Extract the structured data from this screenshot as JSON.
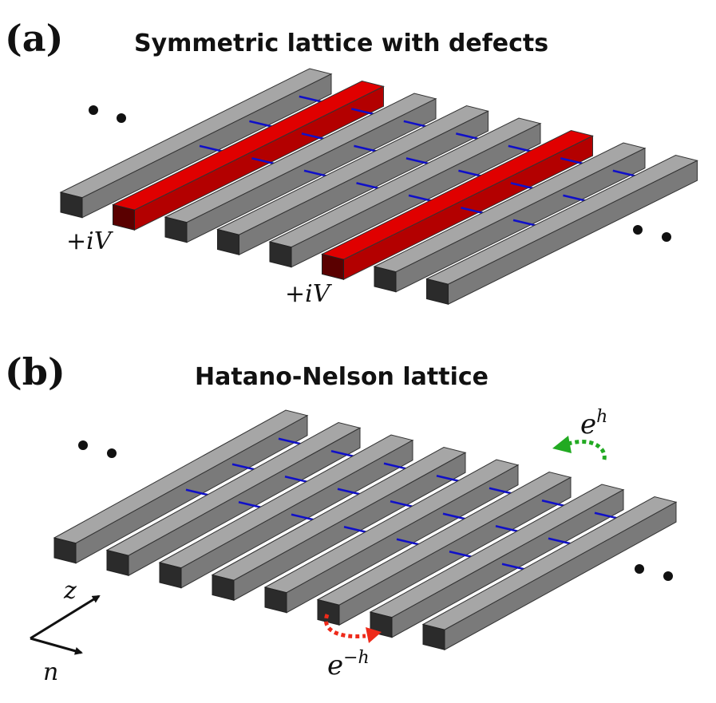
{
  "colors": {
    "rod_top": "#a6a6a6",
    "rod_side": "#7a7a7a",
    "rod_front": "#2b2b2b",
    "defect_top": "#e00000",
    "defect_side": "#b30000",
    "defect_front": "#5a0000",
    "coupling": "#1010c8",
    "gain_arrow": "#22aa22",
    "loss_arrow": "#ee2a1a"
  },
  "panel_a": {
    "tag_open": "(",
    "tag_letter": "a",
    "tag_close": ")",
    "title": "Symmetric lattice with defects",
    "rod_count": 8,
    "defect_rods": [
      2,
      6
    ],
    "defect_label_1": "+iV",
    "defect_label_2": "+iV",
    "ellipsis": "•  •"
  },
  "panel_b": {
    "tag_open": "(",
    "tag_letter": "b",
    "tag_close": ")",
    "title": "Hatano-Nelson lattice",
    "rod_count": 8,
    "gain_base": "e",
    "gain_exp": "h",
    "loss_base": "e",
    "loss_exp": "−h",
    "axis_z": "z",
    "axis_n": "n"
  }
}
